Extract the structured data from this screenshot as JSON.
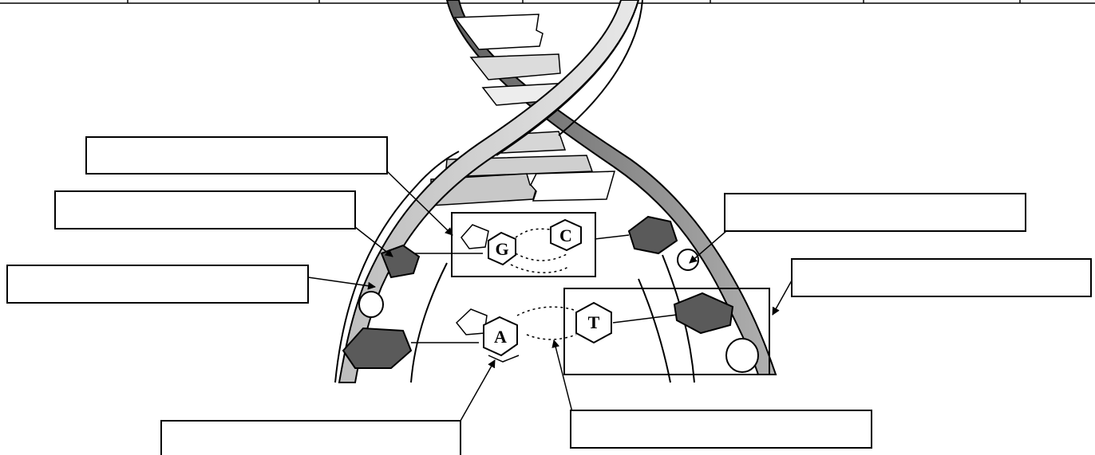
{
  "diagram": {
    "bases": {
      "g": "G",
      "c": "C",
      "a": "A",
      "t": "T"
    },
    "label_boxes": [
      {
        "id": "label-box-1",
        "text": ""
      },
      {
        "id": "label-box-2",
        "text": ""
      },
      {
        "id": "label-box-3",
        "text": ""
      },
      {
        "id": "label-box-4",
        "text": ""
      },
      {
        "id": "label-box-5",
        "text": ""
      },
      {
        "id": "label-box-6",
        "text": ""
      },
      {
        "id": "label-box-7",
        "text": ""
      }
    ],
    "colors": {
      "outline": "#000000",
      "strand_dark": "#7a7a7a",
      "strand_mid": "#a6a6a6",
      "strand_light": "#d2d2d2",
      "phosphate_fill": "#5a5a5a",
      "background": "#ffffff"
    }
  }
}
